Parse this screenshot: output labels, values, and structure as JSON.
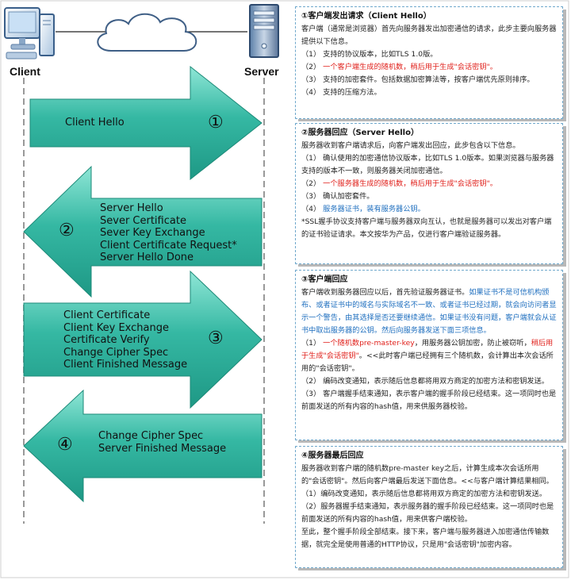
{
  "actors": {
    "client": "Client",
    "server": "Server"
  },
  "arrows": [
    {
      "num": "①",
      "lines": [
        "Client Hello"
      ]
    },
    {
      "num": "②",
      "lines": [
        "Server Hello",
        "Sever Certificate",
        "Sever Key Exchange",
        "Client Certificate Request*",
        "Server Hello Done"
      ]
    },
    {
      "num": "③",
      "lines": [
        "Client Certificate",
        "Client Key Exchange",
        "Certificate Verify",
        "Change Cipher Spec",
        "Client Finished Message"
      ]
    },
    {
      "num": "④",
      "lines": [
        "Change Cipher Spec",
        "Server Finished Message"
      ]
    }
  ],
  "panels": {
    "p1": {
      "title": "①客户端发出请求（Client Hello）",
      "intro": "客户端（通常是浏览器）首先向服务器发出加密通信的请求，此步主要向服务器提供以下信息。",
      "item1": "（1） 支持的协议版本，比如TLS 1.0版。",
      "item2_prefix": "（2） ",
      "item2": "一个客户端生成的随机数，稍后用于生成\"会话密钥\"。",
      "item3": "（3） 支持的加密套件。包括数据加密算法等，按客户端优先原则排序。",
      "item4": "（4） 支持的压缩方法。"
    },
    "p2": {
      "title": "②服务器回应（Server Hello）",
      "intro": "服务器收到客户端请求后，向客户端发出回应，此步包含以下信息。",
      "item1": "（1） 确认使用的加密通信协议版本，比如TLS 1.0版本。如果浏览器与服务器支持的版本不一致，则服务器关闭加密通信。",
      "item2_prefix": "（2） ",
      "item2": "一个服务器生成的随机数，稍后用于生成\"会话密钥\"。",
      "item3": "（3） 确认加密套件。",
      "item4_prefix": "（4） ",
      "item4": "服务器证书，装有服务器公钥。",
      "note": "*SSL握手协议支持客户端与服务器双向互认，也就是服务器可以发出对客户端的证书验证请求。本文按华为产品，仅进行客户端验证服务器。"
    },
    "p3": {
      "title": "③客户端回应",
      "intro": "客户端收到服务器回应以后，首先验证服务器证书。",
      "intro_blue": "如果证书不是可信机构颁布、或者证书中的域名与实际域名不一致、或者证书已经过期，就会向访问者显示一个警告，由其选择是否还要继续通信。如果证书没有问题，客户端就会从证书中取出服务器的公钥。然后向服务器发送下面三项信息。",
      "item1_prefix": "（1） ",
      "item1_red": "一个随机数pre-master-key",
      "item1_mid": "，用服务器公钥加密，防止被窃听，",
      "item1_red2": "稍后用于生成\"会话密钥\"",
      "item1_tail": "。<<此时客户端已经拥有三个随机数，会计算出本次会话所用的\"会话密钥\"。",
      "item2": "（2） 编码改变通知，表示随后信息都将用双方商定的加密方法和密钥发送。",
      "item3": "（3） 客户端握手结束通知，表示客户端的握手阶段已经结束。这一项同时也是前面发送的所有内容的hash值，用来供服务器校验。"
    },
    "p4": {
      "title": "④服务器最后回应",
      "intro": "服务器收到客户端的随机数pre-master key之后，计算生成本次会话所用的\"会话密钥\"。然后向客户端最后发送下面信息。<<与客户端计算结果相同。",
      "item1": "（1）编码改变通知，表示随后信息都将用双方商定的加密方法和密钥发送。",
      "item2": "（2）服务器握手结束通知，表示服务器的握手阶段已经结束。这一项同时也是前面发送的所有内容的hash值，用来供客户端校验。",
      "outro": "至此，整个握手阶段全部结束。接下来，客户端与服务器进入加密通信传输数据，就完全是使用普通的HTTP协议，只是用\"会话密钥\"加密内容。"
    }
  },
  "colors": {
    "arrow_fill": "#2db29e",
    "arrow_top": "#7ee0cf",
    "panel_border": "#6fa8cc",
    "highlight_red": "#e0201b",
    "highlight_blue": "#1f6fbf"
  },
  "icons": [
    "computer-icon",
    "cloud-icon",
    "server-icon"
  ]
}
